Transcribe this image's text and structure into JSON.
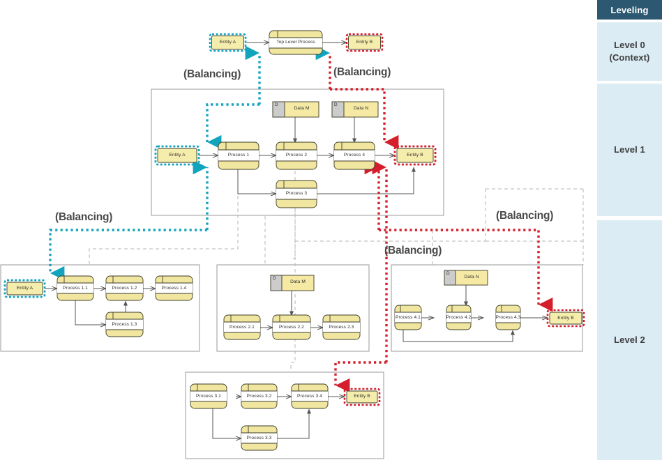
{
  "sidebar": {
    "header": "Leveling",
    "levels": [
      {
        "id": "level0",
        "label": "Level 0\n(Context)"
      },
      {
        "id": "level1",
        "label": "Level 1"
      },
      {
        "id": "level2",
        "label": "Level 2"
      }
    ]
  },
  "colors": {
    "process_fill": "#f3ecab",
    "process_band": "#f1e6a0",
    "entity_fill": "#f5edab",
    "datastore_fill": "#f5e9a4",
    "datastore_d_fill": "#cccccc",
    "node_stroke": "#3c3c28",
    "flow_stroke": "#555555",
    "decompose_stroke": "#b5b5b5",
    "panel_stroke": "#9a9a9a",
    "balancing_cyan": "#12a4bd",
    "balancing_red": "#d41e2b",
    "sidebar_header_bg": "#2c5871",
    "sidebar_cell_bg": "#dcecf4",
    "text": "#2f2f2f"
  },
  "balancing_labels": [
    {
      "id": "bal-left-top",
      "text": "(Balancing)"
    },
    {
      "id": "bal-right-top",
      "text": "(Balancing)"
    },
    {
      "id": "bal-left-mid",
      "text": "(Balancing)"
    },
    {
      "id": "bal-right-mid",
      "text": "(Balancing)"
    },
    {
      "id": "bal-center-mid",
      "text": "(Balancing)"
    }
  ],
  "level0": {
    "nodes": [
      {
        "id": "l0-entity-a",
        "type": "entity",
        "label": "Entity A",
        "highlight": "cyan"
      },
      {
        "id": "l0-process",
        "type": "process",
        "label": "Top Level Process"
      },
      {
        "id": "l0-entity-b",
        "type": "entity",
        "label": "Entity B",
        "highlight": "red"
      }
    ]
  },
  "level1": {
    "nodes": [
      {
        "id": "l1-entity-a",
        "type": "entity",
        "label": "Entity A",
        "highlight": "cyan"
      },
      {
        "id": "l1-p1",
        "type": "process",
        "label": "Process 1"
      },
      {
        "id": "l1-p2",
        "type": "process",
        "label": "Process 2"
      },
      {
        "id": "l1-p4",
        "type": "process",
        "label": "Process 4"
      },
      {
        "id": "l1-p3",
        "type": "process",
        "label": "Process 3"
      },
      {
        "id": "l1-dm",
        "type": "datastore",
        "label": "Data M",
        "marker": "D"
      },
      {
        "id": "l1-dn",
        "type": "datastore",
        "label": "Data N",
        "marker": "D"
      },
      {
        "id": "l1-entity-b",
        "type": "entity",
        "label": "Entity B",
        "highlight": "red"
      }
    ]
  },
  "level2": {
    "panels": [
      {
        "id": "panel-p1",
        "nodes": [
          {
            "id": "l2-entity-a",
            "type": "entity",
            "label": "Entity A",
            "highlight": "cyan"
          },
          {
            "id": "l2-p11",
            "type": "process",
            "label": "Process 1.1"
          },
          {
            "id": "l2-p12",
            "type": "process",
            "label": "Process 1.2"
          },
          {
            "id": "l2-p14",
            "type": "process",
            "label": "Process 1.4"
          },
          {
            "id": "l2-p13",
            "type": "process",
            "label": "Process 1.3"
          }
        ]
      },
      {
        "id": "panel-p2",
        "nodes": [
          {
            "id": "l2-dm",
            "type": "datastore",
            "label": "Data M",
            "marker": "D"
          },
          {
            "id": "l2-p21",
            "type": "process",
            "label": "Process 2.1"
          },
          {
            "id": "l2-p22",
            "type": "process",
            "label": "Process 2.2"
          },
          {
            "id": "l2-p23",
            "type": "process",
            "label": "Process 2.3"
          }
        ]
      },
      {
        "id": "panel-p4",
        "nodes": [
          {
            "id": "l2-dn",
            "type": "datastore",
            "label": "Data N",
            "marker": "D"
          },
          {
            "id": "l2-p41",
            "type": "process",
            "label": "Process 4.1"
          },
          {
            "id": "l2-p42",
            "type": "process",
            "label": "Process 4.2"
          },
          {
            "id": "l2-p43",
            "type": "process",
            "label": "Process 4.3"
          },
          {
            "id": "l2-entity-b1",
            "type": "entity",
            "label": "Entity B",
            "highlight": "red"
          }
        ]
      },
      {
        "id": "panel-p3",
        "nodes": [
          {
            "id": "l2-p31",
            "type": "process",
            "label": "Process 3.1"
          },
          {
            "id": "l2-p32",
            "type": "process",
            "label": "Process 3.2"
          },
          {
            "id": "l2-p34",
            "type": "process",
            "label": "Process 3.4"
          },
          {
            "id": "l2-p33",
            "type": "process",
            "label": "Process 3.3"
          },
          {
            "id": "l2-entity-b2",
            "type": "entity",
            "label": "Entity B",
            "highlight": "red"
          }
        ]
      }
    ]
  }
}
